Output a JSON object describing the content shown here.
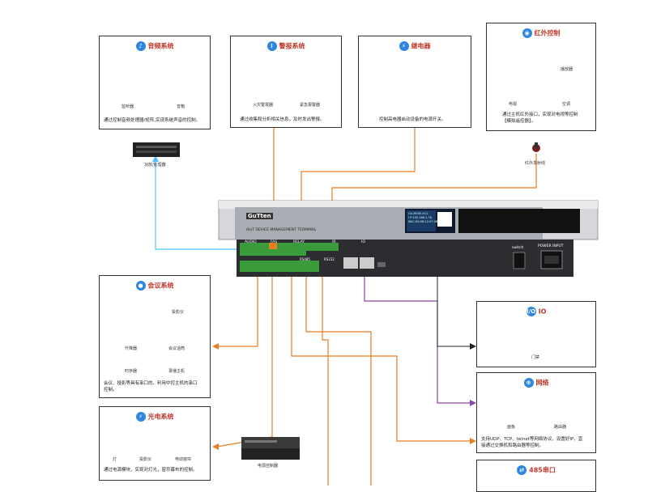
{
  "audio": {
    "title": "音频系统",
    "monitor_label": "监听器",
    "speaker_label": "音箱",
    "desc": "通过控制音频处理器/矩阵,实现系统声音的控制。"
  },
  "alarm": {
    "title": "警报系统",
    "smoke_label": "火灾警报器",
    "siren_label": "紧急报警器",
    "desc": "通过收集和分析相关信息，及时发出警报。"
  },
  "relay": {
    "title": "继电器",
    "desc": "控制高电器启动设备的电源开关。"
  },
  "ir": {
    "title": "红外控制",
    "player_label": "播放器",
    "tv_label": "电视",
    "ac_label": "空调",
    "desc_line1": "通过主机红外接口，实现对电视等控制",
    "desc_line2": "【模拟遥控器】。"
  },
  "amp_label": "功放/处理器",
  "ir_emitter_label": "红外发射线",
  "device": {
    "brand": "GuTten",
    "subtitle": "AIoT DEVICE MANAGEMENT TERMINAL",
    "lcd_line1": "GU-M05E-H12",
    "lcd_line2": "I P:192.168.1.78",
    "lcd_line3": "MAC:00:0B:12:07:2B:38",
    "port_audio": "AUDIO",
    "port_fas": "FAS",
    "port_relay": "RELAY",
    "port_ir": "IR",
    "port_io": "IO",
    "port_rs485": "RS485",
    "port_rs232": "RS232",
    "switch_label": "switch",
    "power_label": "POWER INPUT"
  },
  "conference": {
    "title": "会议系统",
    "projector_label": "投影仪",
    "lift_label": "升降器",
    "mic_label": "会议话筒",
    "sequencer_label": "时序器",
    "recorder_label": "录播主机",
    "desc_line1": "会议、投影等具有串口的、利用中控主机的串口",
    "desc_line2": "控制。"
  },
  "lighting": {
    "title": "光电系统",
    "lamp_label": "灯",
    "projector_label": "投影仪",
    "curtain_label": "电动窗帘",
    "desc": "通过电源模块，实现对灯光，窗帘幕布的控制。"
  },
  "power_controller_label": "电源控制器",
  "io": {
    "title": "IO",
    "lock_label": "门禁"
  },
  "network": {
    "title": "网络",
    "panel_label": "面板",
    "router_label": "路由器",
    "desc_line1": "支持UDP、TCP、telnet等网络协议，设置好IP，直",
    "desc_line2": "接通过交换机和路由器等控制。"
  },
  "rs485": {
    "title": "485串口"
  },
  "colors": {
    "wire_orange": "#e67e22",
    "wire_cyan": "#4fc3f7",
    "wire_purple": "#8e44ad",
    "wire_black": "#222222",
    "title_red": "#c0392b",
    "icon_blue": "#2e86de"
  }
}
